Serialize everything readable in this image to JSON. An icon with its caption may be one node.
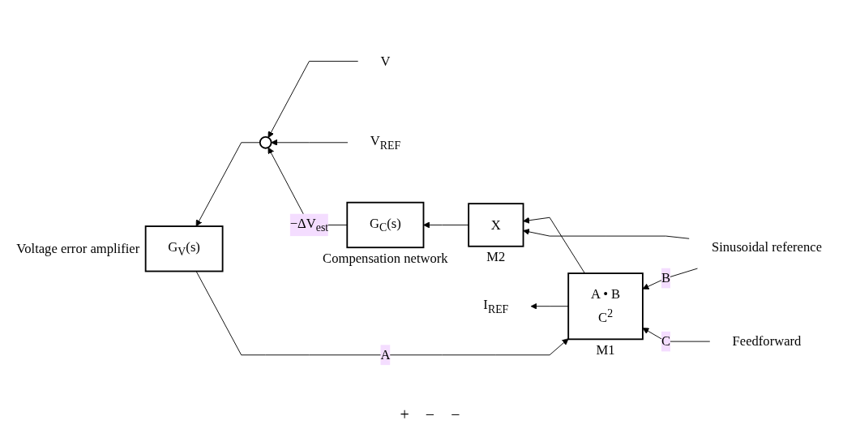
{
  "diagram": {
    "nodes": [
      {
        "text": [
          "Sinusoidal reference"
        ]
      },
      {
        "text": [
          "A • B",
          "C$^{2}$"
        ],
        "beside": [
          "M1"
        ]
      },
      {
        "text": [
          "X"
        ],
        "beside": [
          "M2"
        ]
      },
      {
        "text": [
          "G$_{V}$(s)"
        ],
        "beside": [
          "Voltage error amplifier"
        ]
      },
      {
        "text": [
          "G$_{C}$(s)"
        ],
        "beside": [
          "Compensation network"
        ]
      },
      {
        "text": [],
        "shape": "circle"
      },
      {
        "text": [
          "V$_{REF}$"
        ]
      },
      {
        "text": [
          "V"
        ]
      },
      {
        "text": [
          "Feedforward"
        ]
      },
      {
        "text": [
          "I$_{REF}$"
        ]
      }
    ],
    "edges": [
      {
        "from": 7,
        "to": 5,
        "arrow": "to"
      },
      {
        "from": 6,
        "to": 5,
        "arrow": "to"
      },
      {
        "from": 5,
        "to": 3,
        "arrow": "to"
      },
      {
        "from": 3,
        "to": 1,
        "label": "A",
        "arrow": "to"
      },
      {
        "from": 0,
        "to": 1,
        "label": "B",
        "arrow": "to"
      },
      {
        "from": 8,
        "to": 1,
        "label": "C",
        "arrow": "to"
      },
      {
        "from": 1,
        "to": 9,
        "arrow": "to"
      },
      {
        "from": 1,
        "to": 2,
        "arrow": "to"
      },
      {
        "from": 0,
        "to": 2,
        "arrow": "to"
      },
      {
        "from": 2,
        "to": 4,
        "arrow": "to"
      },
      {
        "from": 4,
        "to": 5,
        "label": "−ΔV$_{est}$",
        "arrow": "to"
      }
    ],
    "labels": [
      "+",
      "−",
      "−"
    ]
  }
}
